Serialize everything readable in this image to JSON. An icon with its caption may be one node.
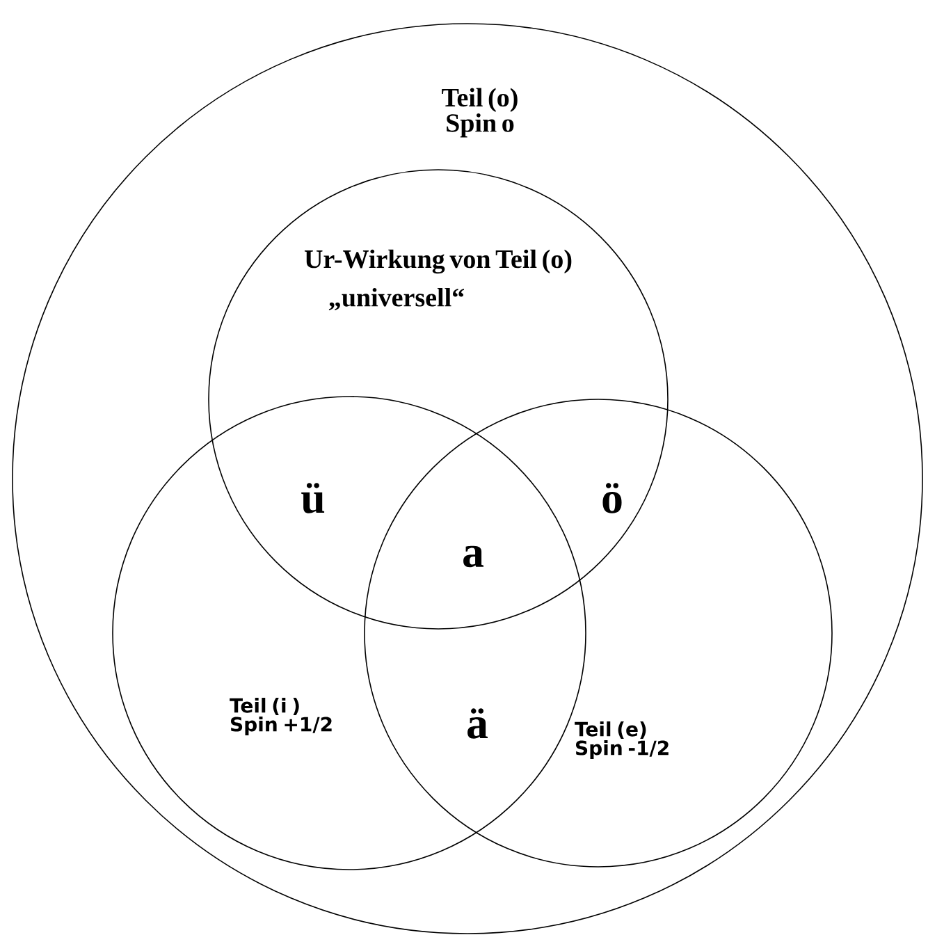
{
  "diagram": {
    "nodes": [
      {
        "text": [
          "Teil (o) Spin o"
        ]
      },
      {
        "text": [
          "Ur-Wirkung von Teil (o)",
          "„universell“"
        ],
        "in": 0
      },
      {
        "text": [
          "Teil (i ) Spin +1/2"
        ],
        "in": 0
      },
      {
        "text": [
          "Teil (e) Spin -1/2"
        ],
        "in": 0
      }
    ],
    "labels": [
      "ü",
      "ö",
      "a",
      "ä"
    ]
  }
}
